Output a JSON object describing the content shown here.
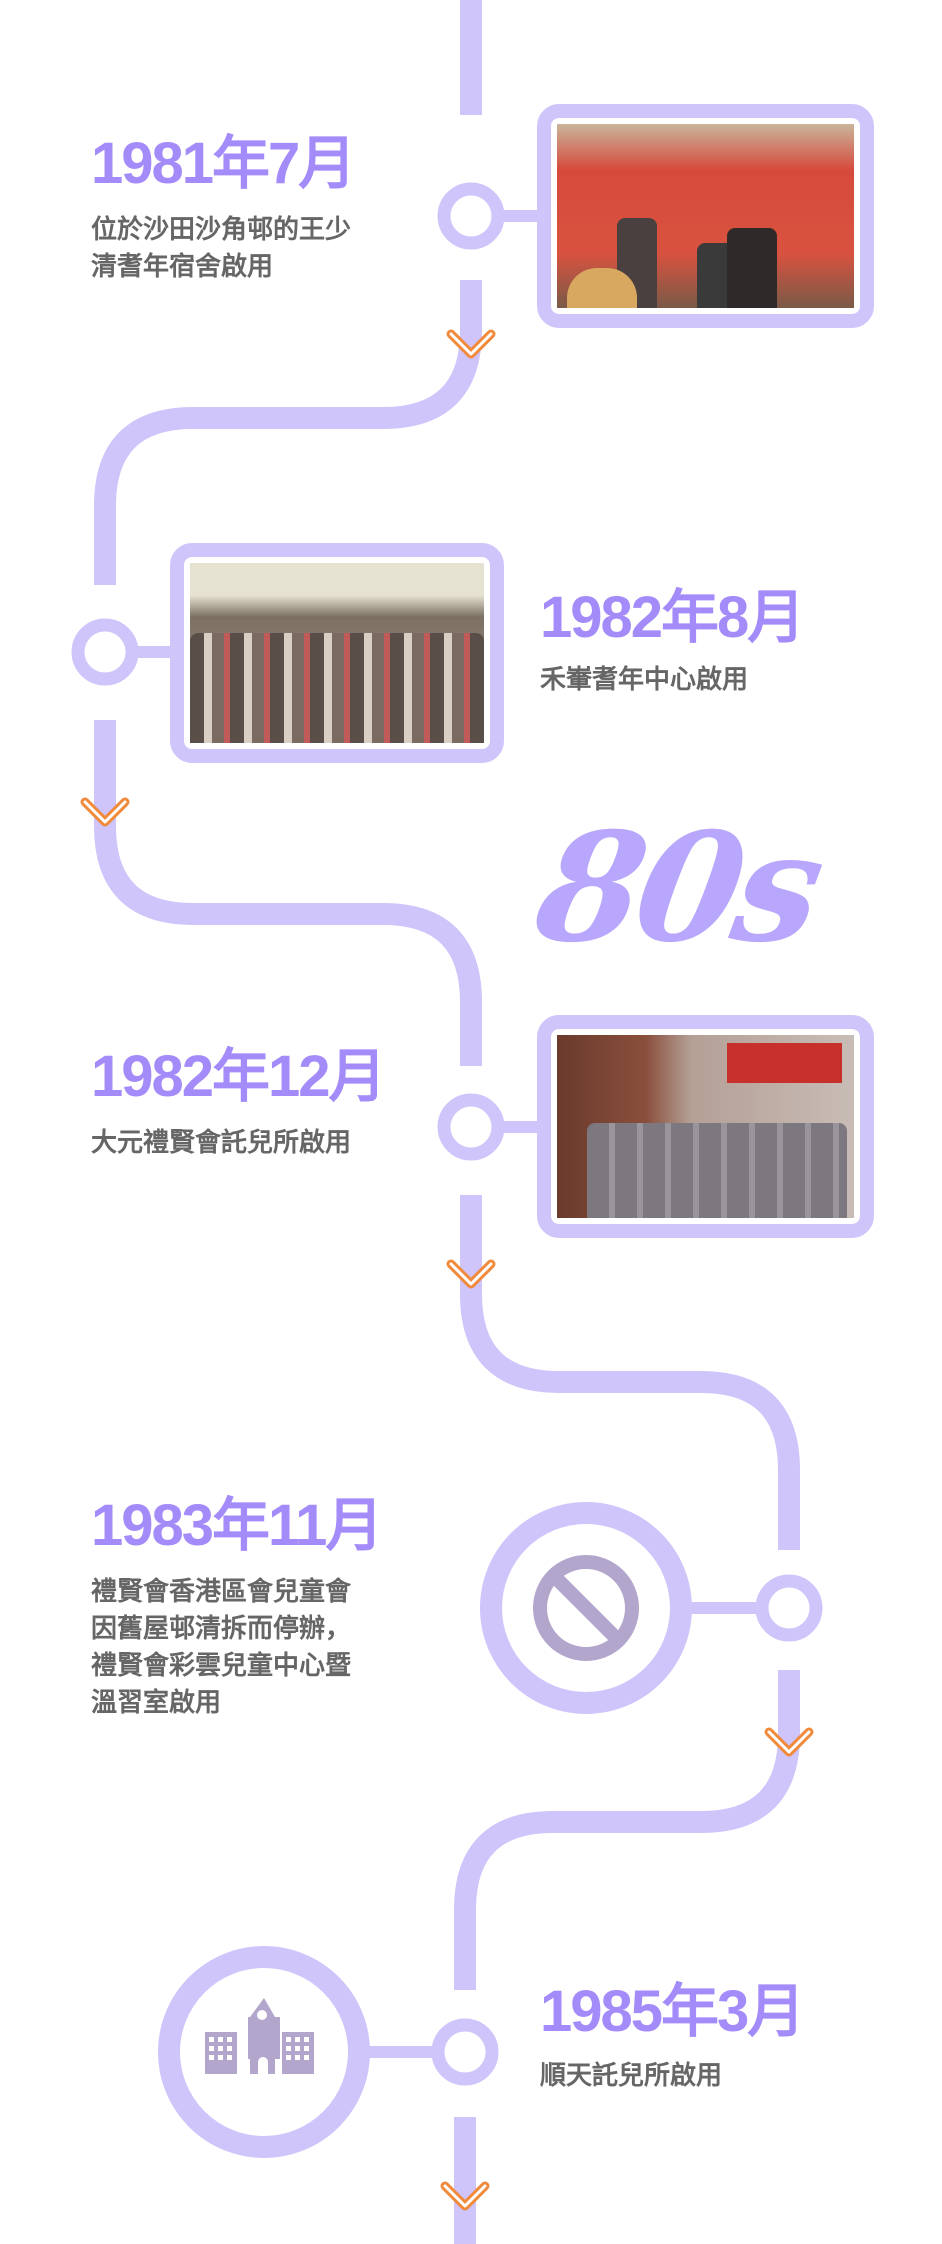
{
  "colors": {
    "track": "#cfc5fb",
    "title": "#a48bfa",
    "text": "#666666",
    "chevron": "#f08a3c",
    "icon": "#b3a6cc"
  },
  "decade_label": "80s",
  "events": [
    {
      "title": "1981年7月",
      "desc": [
        "位於沙田沙角邨的王少",
        "清耆年宿舍啟用"
      ],
      "media": "photo"
    },
    {
      "title": "1982年8月",
      "desc": [
        "禾輋耆年中心啟用"
      ],
      "media": "photo"
    },
    {
      "title": "1982年12月",
      "desc": [
        "大元禮賢會託兒所啟用"
      ],
      "media": "photo"
    },
    {
      "title": "1983年11月",
      "desc": [
        "禮賢會香港區會兒童會",
        "因舊屋邨清拆而停辦，",
        "禮賢會彩雲兒童中心暨",
        "溫習室啟用"
      ],
      "media": "ban-icon"
    },
    {
      "title": "1985年3月",
      "desc": [
        "順天託兒所啟用"
      ],
      "media": "school-icon"
    }
  ]
}
